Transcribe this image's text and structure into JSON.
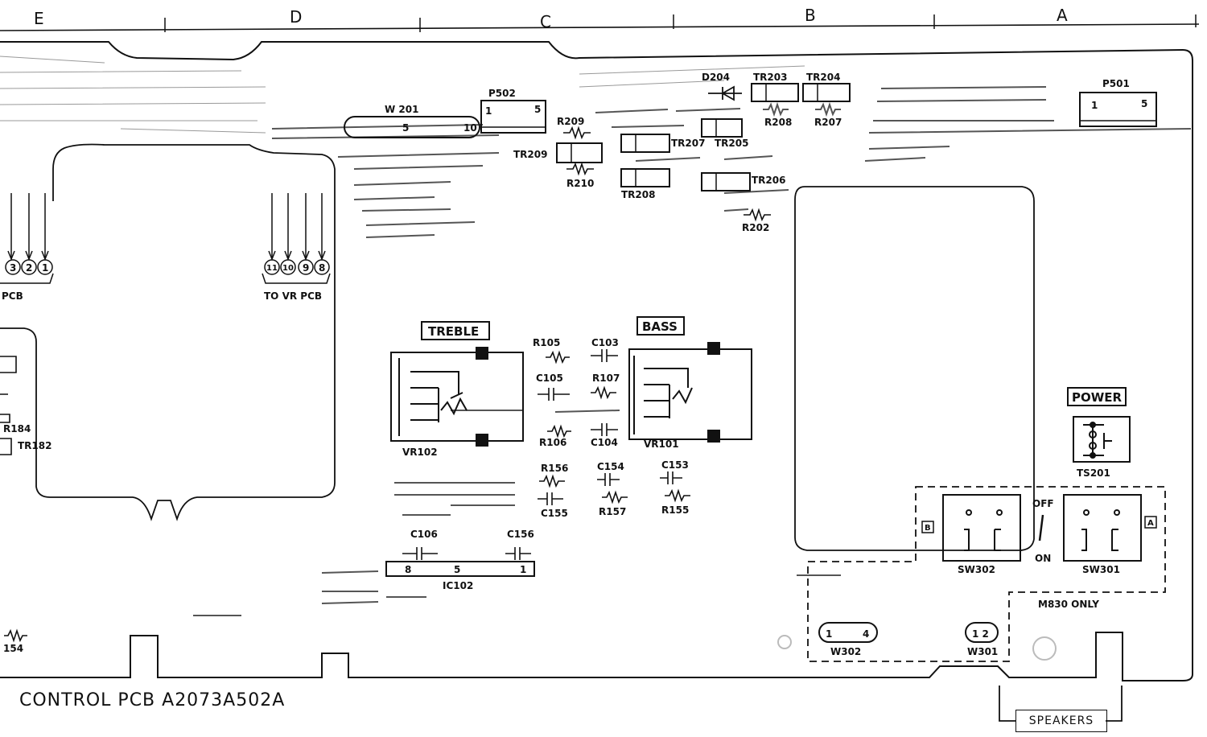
{
  "columns": [
    "E",
    "D",
    "C",
    "B",
    "A"
  ],
  "title": "CONTROL  PCB  A2073A502A",
  "boxed_labels": {
    "treble": "TREBLE",
    "bass": "BASS",
    "power": "POWER",
    "speakers": "SPEAKERS"
  },
  "connectors": {
    "p502": "P502",
    "p502_pins": [
      "1",
      "5"
    ],
    "p501": "P501",
    "p501_pins": [
      "1",
      "5"
    ],
    "w201": "W 201",
    "w201_pins": [
      "5",
      "10"
    ],
    "w302": "W302",
    "w302_pins": [
      "1",
      "4"
    ],
    "w301": "W301",
    "w301_pins": [
      "1 2"
    ],
    "ic102": "IC102",
    "ic102_pins": [
      "8",
      "5",
      "1"
    ]
  },
  "terminals_left": [
    "3",
    "2",
    "1"
  ],
  "terminals_right": [
    "11",
    "10",
    "9",
    "8"
  ],
  "to_left_text": "PCB",
  "to_vr_text": "TO  VR  PCB",
  "components": {
    "d204": "D204",
    "tr203": "TR203",
    "tr204": "TR204",
    "r208": "R208",
    "r207": "R207",
    "r209": "R209",
    "tr209": "TR209",
    "r210": "R210",
    "tr207": "TR207",
    "tr205": "TR205",
    "tr208": "TR208",
    "tr206": "TR206",
    "r202": "R202",
    "r105": "R105",
    "c103": "C103",
    "c105": "C105",
    "r107": "R107",
    "r106": "R106",
    "c104": "C104",
    "vr102": "VR102",
    "vr101": "VR101",
    "r156": "R156",
    "c154": "C154",
    "c153": "C153",
    "c155": "C155",
    "r157": "R157",
    "r155": "R155",
    "c106": "C106",
    "c156": "C156",
    "r184": "R184",
    "tr182": "TR182",
    "r154": "154",
    "ts201": "TS201",
    "sw302": "SW302",
    "sw301": "SW301",
    "off": "OFF",
    "on": "ON",
    "sel_b": "B",
    "sel_a": "A",
    "m830": "M830 ONLY"
  }
}
